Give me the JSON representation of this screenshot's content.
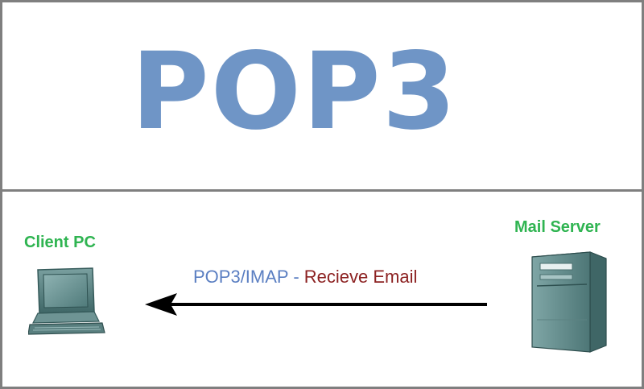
{
  "diagram": {
    "title": "POP3",
    "nodes": {
      "client": {
        "label": "Client PC",
        "icon": "desktop-computer-icon"
      },
      "server": {
        "label": "Mail Server",
        "icon": "server-tower-icon"
      }
    },
    "edge": {
      "from": "Mail Server",
      "to": "Client PC",
      "protocol": "POP3/IMAP",
      "separator": " - ",
      "action": "Recieve Email"
    },
    "colors": {
      "title": "#6f95c6",
      "node_label": "#2fb451",
      "protocol_text": "#5b7fc2",
      "action_text": "#8c2121",
      "border": "#7f7f7f",
      "arrow": "#000000"
    }
  }
}
